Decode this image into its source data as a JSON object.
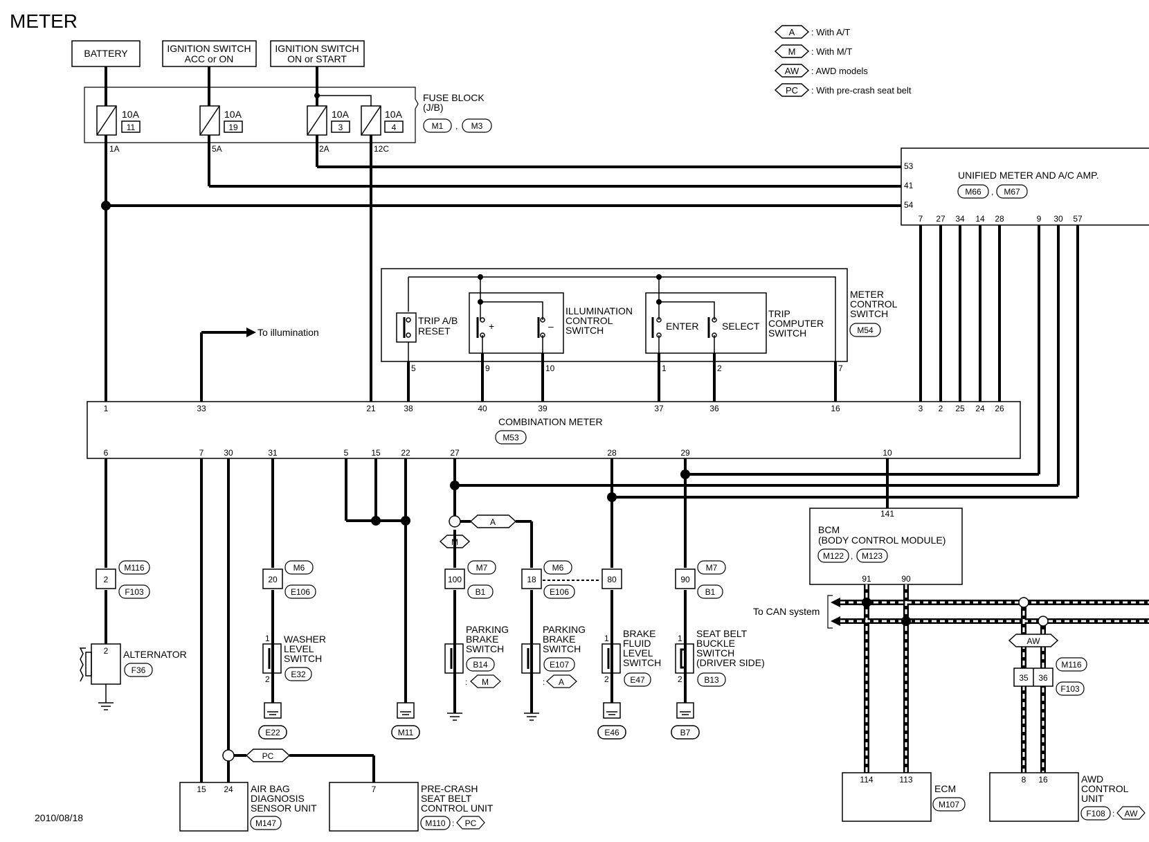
{
  "title": "METER",
  "date": "2010/08/18",
  "legend": [
    {
      "code": "A",
      "text": ": With A/T"
    },
    {
      "code": "M",
      "text": ": With M/T"
    },
    {
      "code": "AW",
      "text": ": AWD models"
    },
    {
      "code": "PC",
      "text": ": With pre-crash seat belt"
    }
  ],
  "power": {
    "battery": "BATTERY",
    "ign_acc_1": "IGNITION SWITCH",
    "ign_acc_2": "ACC or ON",
    "ign_on_1": "IGNITION SWITCH",
    "ign_on_2": "ON or START"
  },
  "fuse_block": {
    "label_1": "FUSE BLOCK",
    "label_2": "(J/B)",
    "conn_1": "M1",
    "conn_2": "M3",
    "fuses": [
      {
        "amps": "10A",
        "num": "11",
        "term": "1A"
      },
      {
        "amps": "10A",
        "num": "19",
        "term": "5A"
      },
      {
        "amps": "10A",
        "num": "3",
        "term": "2A"
      },
      {
        "amps": "10A",
        "num": "4",
        "term": "12C"
      }
    ]
  },
  "unified": {
    "label": "UNIFIED METER AND A/C AMP.",
    "conn_1": "M66",
    "conn_2": "M67",
    "side_pins": [
      "53",
      "41",
      "54"
    ],
    "bottom_pins": [
      "7",
      "27",
      "34",
      "14",
      "28",
      "9",
      "30",
      "57"
    ]
  },
  "meter_switch": {
    "label": [
      "METER",
      "CONTROL",
      "SWITCH"
    ],
    "conn": "M54",
    "trip_reset": [
      "TRIP A/B",
      "RESET"
    ],
    "illum": [
      "ILLUMINATION",
      "CONTROL",
      "SWITCH"
    ],
    "plus": "+",
    "minus": "–",
    "enter": "ENTER",
    "select": "SELECT",
    "trip_comp": [
      "TRIP",
      "COMPUTER",
      "SWITCH"
    ],
    "pins": [
      "5",
      "9",
      "10",
      "1",
      "2",
      "7"
    ]
  },
  "to_illumination": "To illumination",
  "combo_meter": {
    "label": "COMBINATION METER",
    "conn": "M53",
    "top_pins": [
      "1",
      "33",
      "21",
      "38",
      "40",
      "39",
      "37",
      "36",
      "16",
      "3",
      "2",
      "25",
      "24",
      "26"
    ],
    "bottom_pins": [
      "6",
      "7",
      "30",
      "31",
      "5",
      "15",
      "22",
      "27",
      "28",
      "29",
      "10"
    ]
  },
  "connectors": {
    "c2": {
      "pin": "2",
      "top": "M116",
      "bottom": "F103"
    },
    "c20": {
      "pin": "20",
      "top": "M6",
      "bottom": "E106"
    },
    "c100": {
      "pin": "100",
      "top": "M7",
      "bottom": "B1"
    },
    "c18": {
      "pin": "18",
      "top": "M6",
      "bottom": "E106"
    },
    "c80": {
      "pin": "80"
    },
    "c90": {
      "pin": "90",
      "top": "M7",
      "bottom": "B1"
    },
    "c3536": {
      "pin1": "35",
      "pin2": "36",
      "top": "M116",
      "bottom": "F103"
    }
  },
  "alternator": {
    "label": "ALTERNATOR",
    "conn": "F36",
    "pin": "2"
  },
  "washer": {
    "label": [
      "WASHER",
      "LEVEL",
      "SWITCH"
    ],
    "conn": "E32",
    "pin1": "1",
    "pin2": "2"
  },
  "pb_mt": {
    "label": [
      "PARKING",
      "BRAKE",
      "SWITCH"
    ],
    "conn": "B14",
    "opt": "M"
  },
  "pb_at": {
    "label": [
      "PARKING",
      "BRAKE",
      "SWITCH"
    ],
    "conn": "E107",
    "opt": "A"
  },
  "brake_fluid": {
    "label": [
      "BRAKE",
      "FLUID",
      "LEVEL",
      "SWITCH"
    ],
    "conn": "E47",
    "pin1": "1",
    "pin2": "2"
  },
  "seat_belt": {
    "label": [
      "SEAT BELT",
      "BUCKLE",
      "SWITCH",
      "(DRIVER SIDE)"
    ],
    "conn": "B13",
    "pin1": "1",
    "pin2": "2"
  },
  "grounds": [
    "E22",
    "M11",
    "E46",
    "B7"
  ],
  "opt_tags": {
    "m": "M",
    "a": "A",
    "pc": "PC",
    "aw": "AW"
  },
  "bcm": {
    "label_1": "BCM",
    "label_2": "(BODY CONTROL MODULE)",
    "conn_1": "M122",
    "conn_2": "M123",
    "pin_top": "141",
    "pin_a": "91",
    "pin_b": "90"
  },
  "can": "To CAN system",
  "airbag": {
    "label": [
      "AIR BAG",
      "DIAGNOSIS",
      "SENSOR UNIT"
    ],
    "conn": "M147",
    "pin_a": "15",
    "pin_b": "24"
  },
  "precrash": {
    "label": [
      "PRE-CRASH",
      "SEAT BELT",
      "CONTROL UNIT"
    ],
    "conn": "M110",
    "pin": "7",
    "opt": "PC"
  },
  "ecm": {
    "label": "ECM",
    "conn": "M107",
    "pin_a": "114",
    "pin_b": "113"
  },
  "awd": {
    "label": [
      "AWD",
      "CONTROL",
      "UNIT"
    ],
    "conn": "F108",
    "opt": "AW",
    "pin_a": "8",
    "pin_b": "16"
  }
}
